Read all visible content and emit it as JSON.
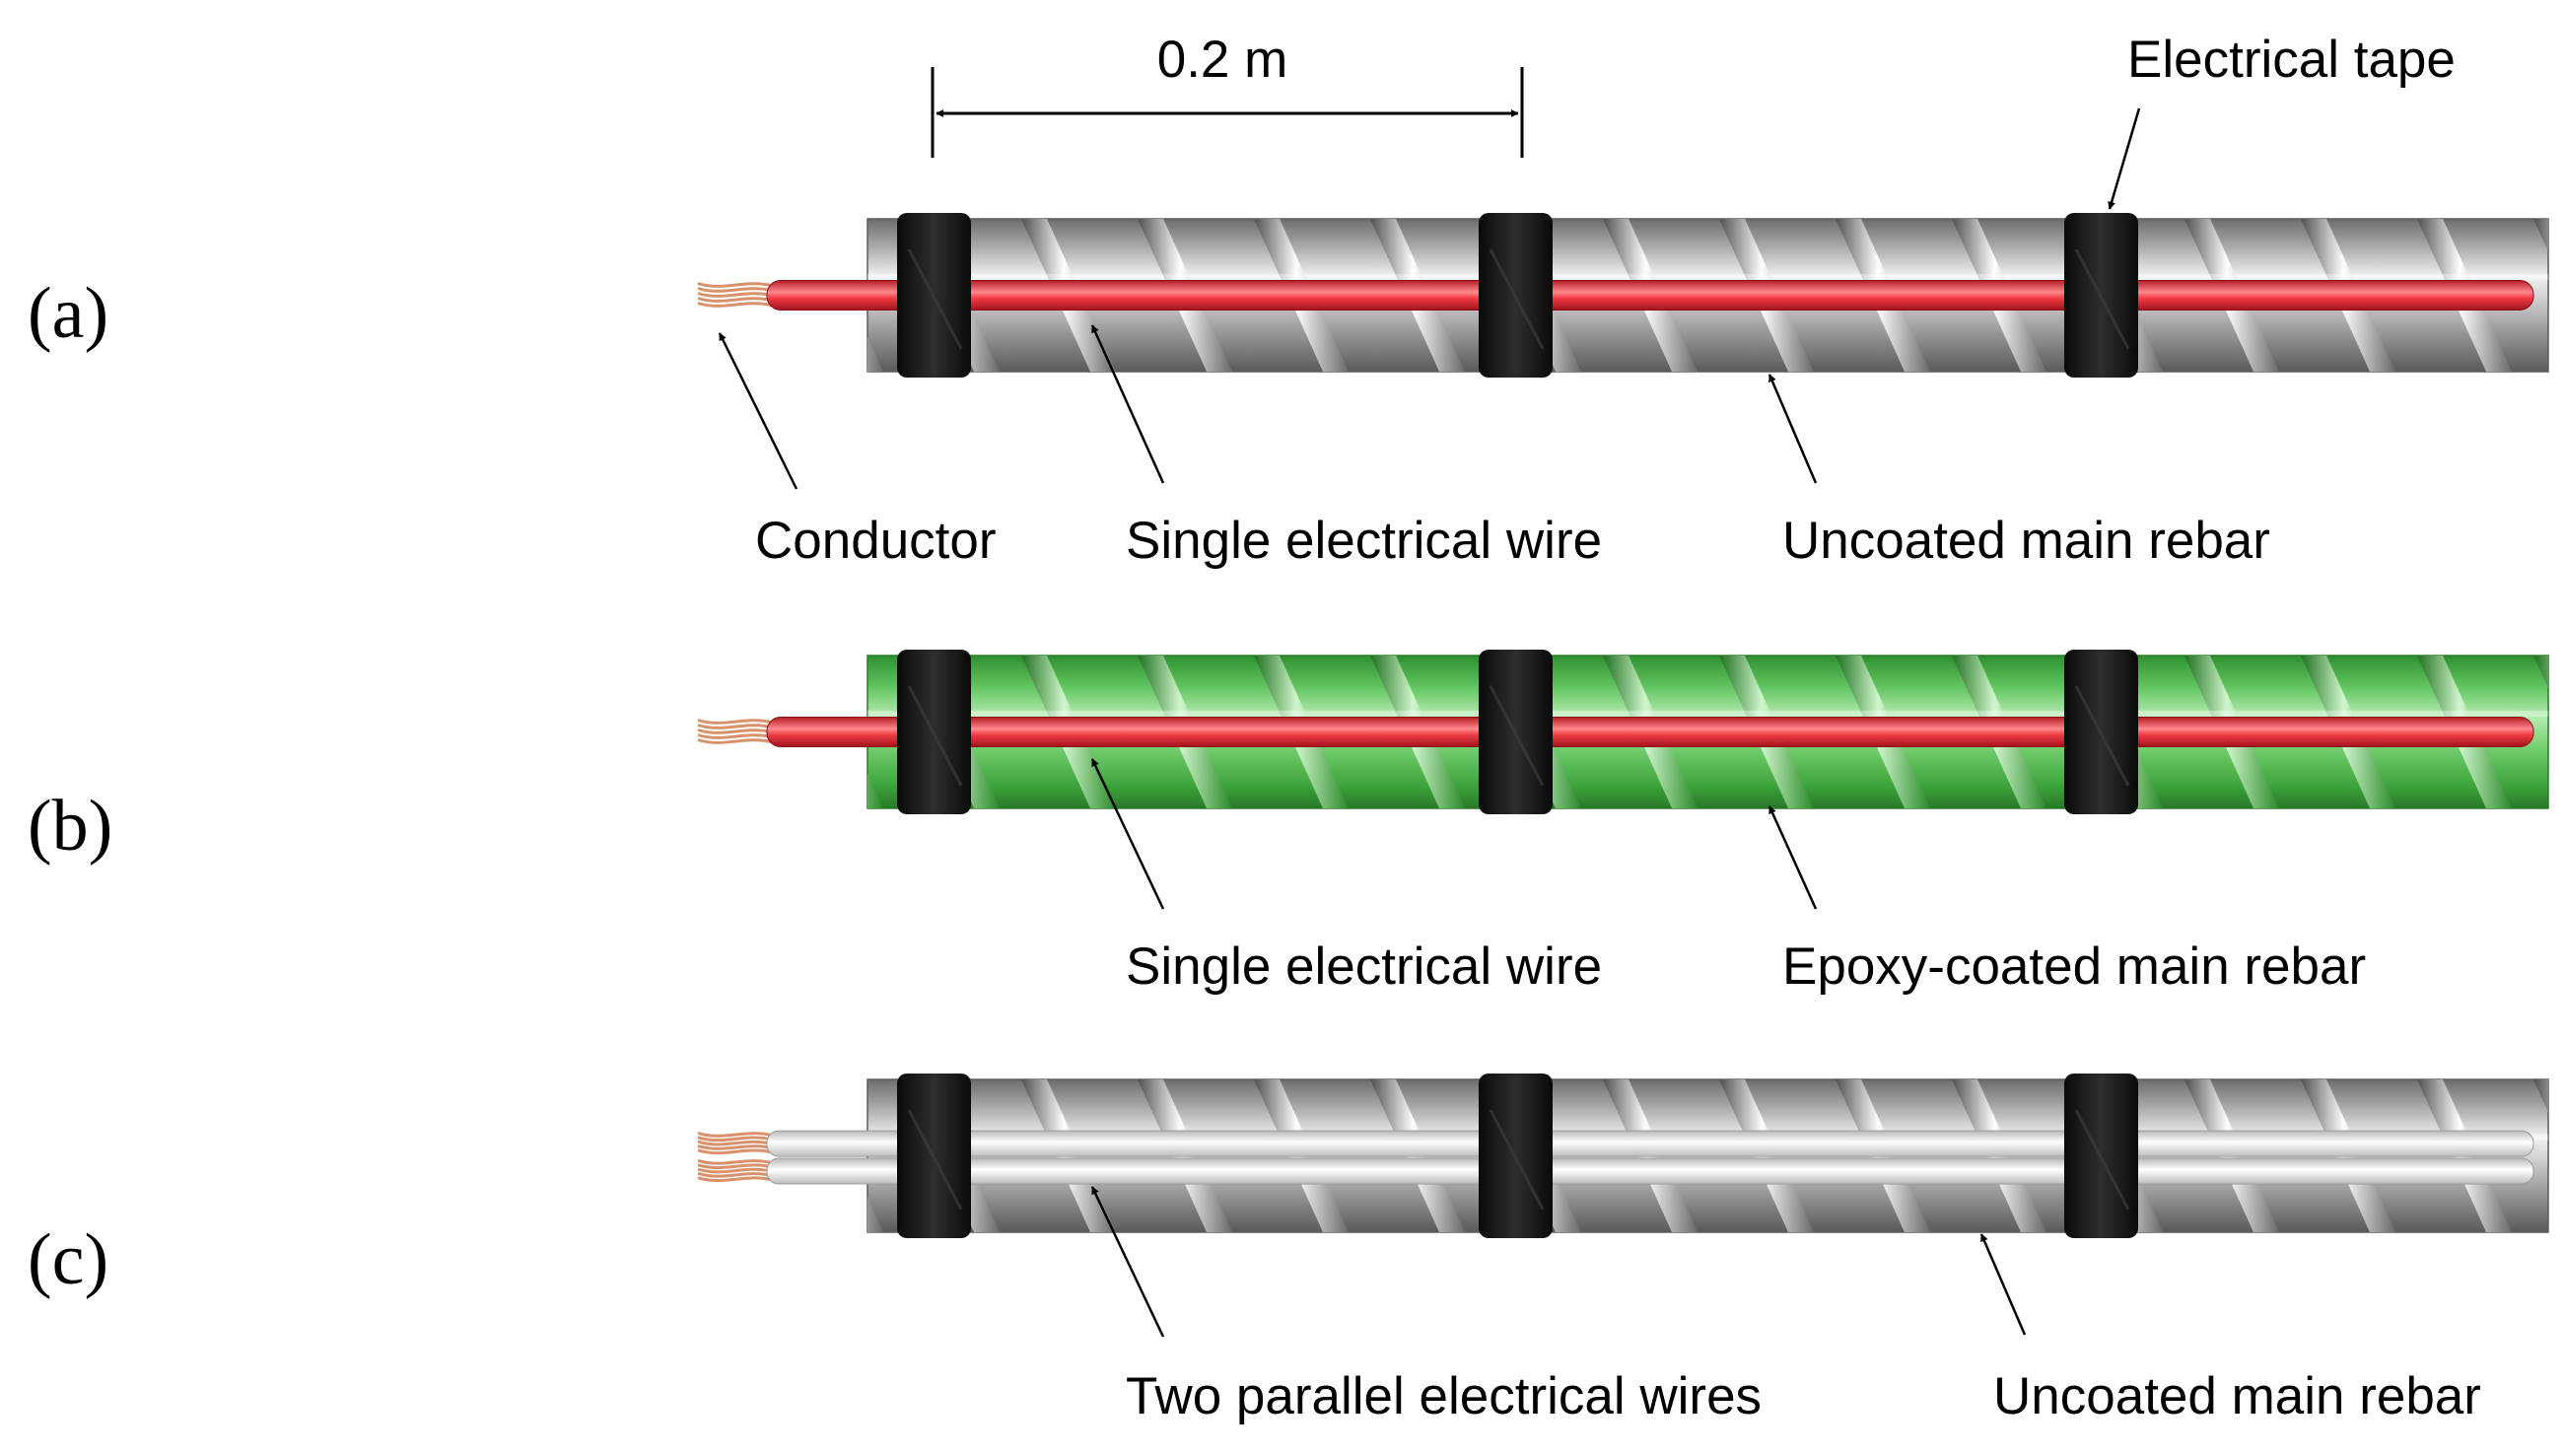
{
  "panels": [
    {
      "id": "a",
      "label": "(a)",
      "rebar": "uncoated",
      "wires": "single",
      "annotations": {
        "dimension": "0.2 m",
        "tape": "Electrical tape",
        "conductor": "Conductor",
        "wire": "Single electrical wire",
        "rebar": "Uncoated main rebar"
      }
    },
    {
      "id": "b",
      "label": "(b)",
      "rebar": "epoxy",
      "wires": "single",
      "annotations": {
        "wire": "Single electrical wire",
        "rebar": "Epoxy-coated main rebar"
      }
    },
    {
      "id": "c",
      "label": "(c)",
      "rebar": "uncoated",
      "wires": "double",
      "annotations": {
        "wire": "Two parallel electrical wires",
        "rebar": "Uncoated main rebar"
      }
    }
  ],
  "colors": {
    "steel": "#9a9a9a",
    "epoxy": "#5fc45f",
    "wire_red": "#e8323c",
    "wire_white": "#f2f2f2",
    "tape": "#1a1a1a",
    "copper": "#d9916b"
  },
  "icons": [
    "rebar-shape",
    "electrical-tape-band",
    "copper-conductor-strands",
    "pointer-arrow",
    "dimension-arrow"
  ]
}
